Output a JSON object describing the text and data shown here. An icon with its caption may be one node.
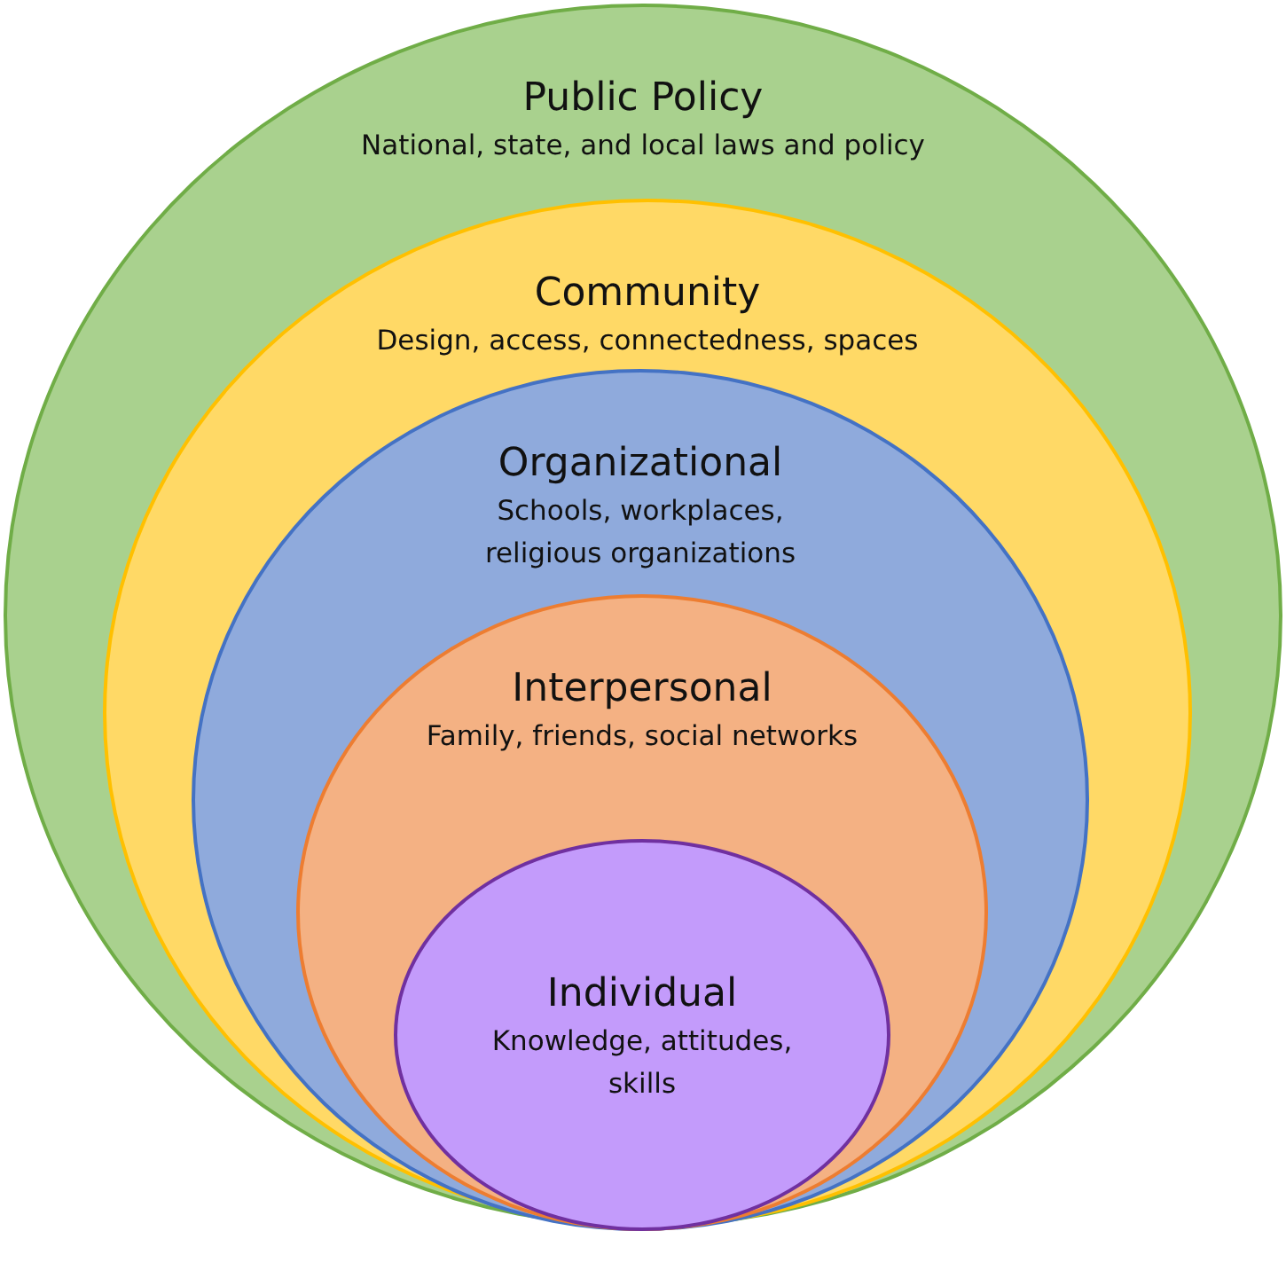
{
  "diagram": {
    "nodes": [
      {
        "text": [
          "Public Policy",
          "National, state, and local laws and policy"
        ]
      },
      {
        "text": [
          "Community",
          "Design, access, connectedness, spaces"
        ],
        "in": 0
      },
      {
        "text": [
          "Organizational",
          "Schools, workplaces, religious organizations"
        ],
        "in": 1
      },
      {
        "text": [
          "Interpersonal",
          "Family, friends, social networks"
        ],
        "in": 2
      },
      {
        "text": [
          "Individual",
          "Knowledge, attitudes, skills"
        ],
        "in": 3
      }
    ]
  }
}
